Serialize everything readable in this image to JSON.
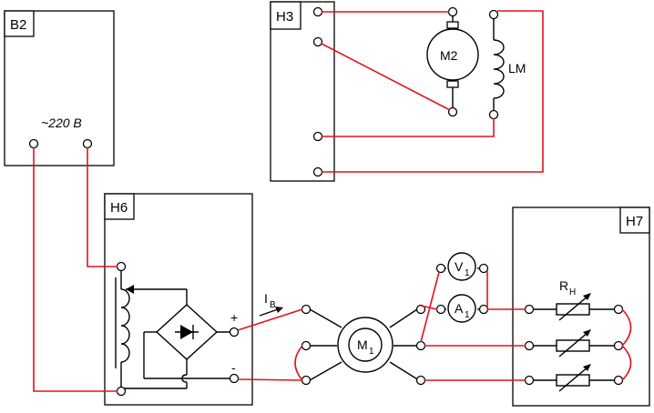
{
  "panels": {
    "b2": {
      "tag": "B2",
      "supply_label": "~220 В"
    },
    "h3": {
      "tag": "H3"
    },
    "h6": {
      "tag": "H6",
      "plus": "+",
      "minus": "-"
    },
    "h7": {
      "tag": "H7"
    }
  },
  "components": {
    "m2": {
      "label": "M2"
    },
    "lm": {
      "label": "LM"
    },
    "m1": {
      "label": "M",
      "sub": "1"
    },
    "v1": {
      "label": "V",
      "sub": "1"
    },
    "a1": {
      "label": "A",
      "sub": "1"
    },
    "ib": {
      "label": "I",
      "sub": "B"
    },
    "rh": {
      "label": "R",
      "sub": "H"
    }
  },
  "colors": {
    "wire": "#e0141b",
    "line": "#000000"
  }
}
